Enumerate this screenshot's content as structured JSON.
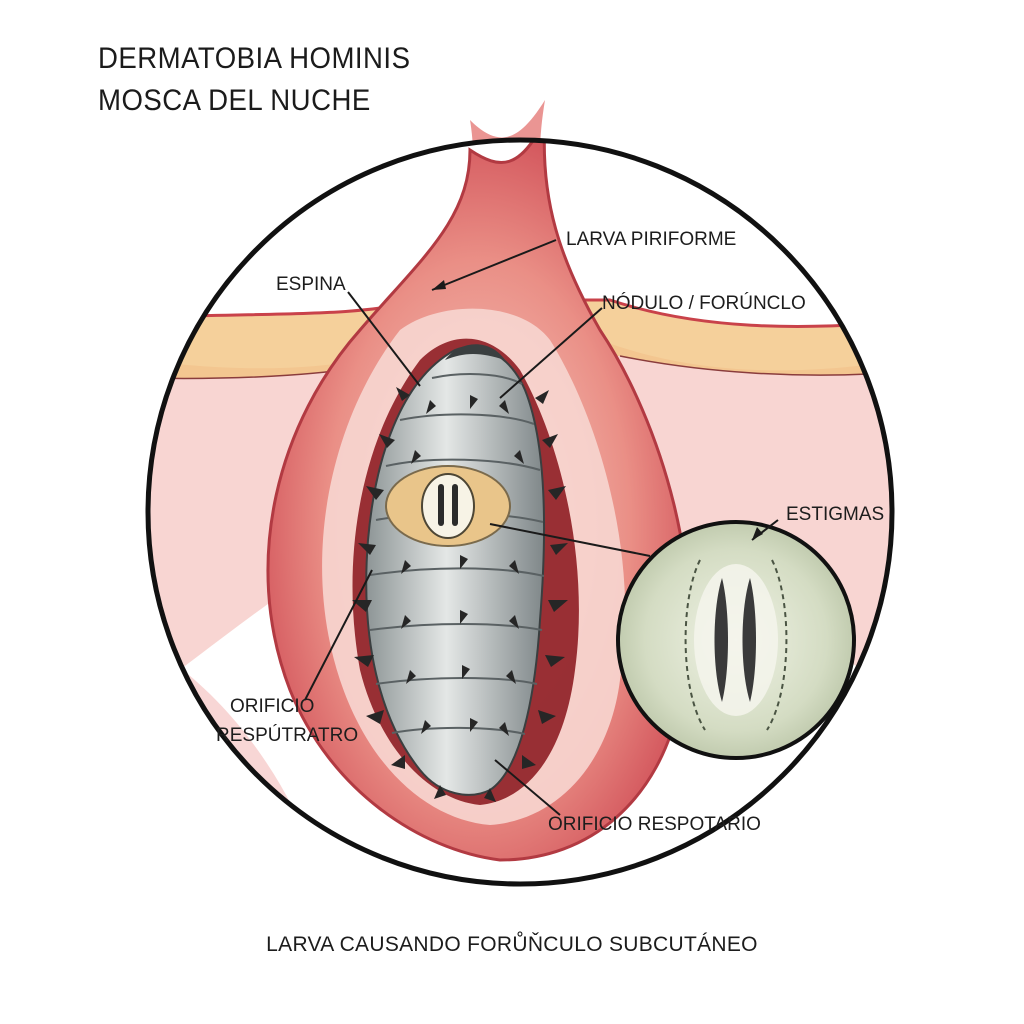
{
  "title": {
    "line1": "DERMATOBIA HOMINIS",
    "line2": "MOSCA DEL NUCHE"
  },
  "labels": {
    "larva": "LARVA PIRIFORME",
    "espina": "ESPINA",
    "nodulo": "NÓDULO / FORÚNCLO",
    "estigmas": "ESTIGMAS",
    "orificio_left_1": "ORIFICIO",
    "orificio_left_2": "RESPÚTRATRO",
    "orificio_right": "ORIFICIO RESPOTARIO"
  },
  "caption": "LARVA CAUSANDO FORŮŇCULO SUBCUTÁNEO",
  "colors": {
    "skin": "#e8867c",
    "skin_dark": "#c9424a",
    "fat": "#f2c07a",
    "larva": "#c7cccd",
    "spine": "#262626",
    "inset_bg": "#dde3cf"
  }
}
